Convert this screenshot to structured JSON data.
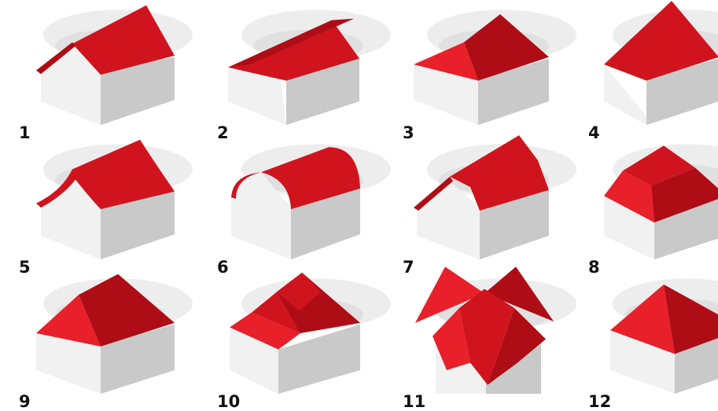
{
  "colors": {
    "roof_light": "#e8202a",
    "roof_mid": "#d0141e",
    "roof_dark": "#ae0d16",
    "wall_light": "#f1f1f1",
    "wall_dark": "#c9c9c9",
    "label": "#111111"
  },
  "roof_types": [
    {
      "number": "1",
      "shape": "gable"
    },
    {
      "number": "2",
      "shape": "shed-gable"
    },
    {
      "number": "3",
      "shape": "hip"
    },
    {
      "number": "4",
      "shape": "flat-gable"
    },
    {
      "number": "5",
      "shape": "curved-gable"
    },
    {
      "number": "6",
      "shape": "barrel"
    },
    {
      "number": "7",
      "shape": "mansard-gable"
    },
    {
      "number": "8",
      "shape": "mansard-hip"
    },
    {
      "number": "9",
      "shape": "half-hip"
    },
    {
      "number": "10",
      "shape": "sawtooth"
    },
    {
      "number": "11",
      "shape": "cross-gable"
    },
    {
      "number": "12",
      "shape": "pyramid"
    }
  ]
}
